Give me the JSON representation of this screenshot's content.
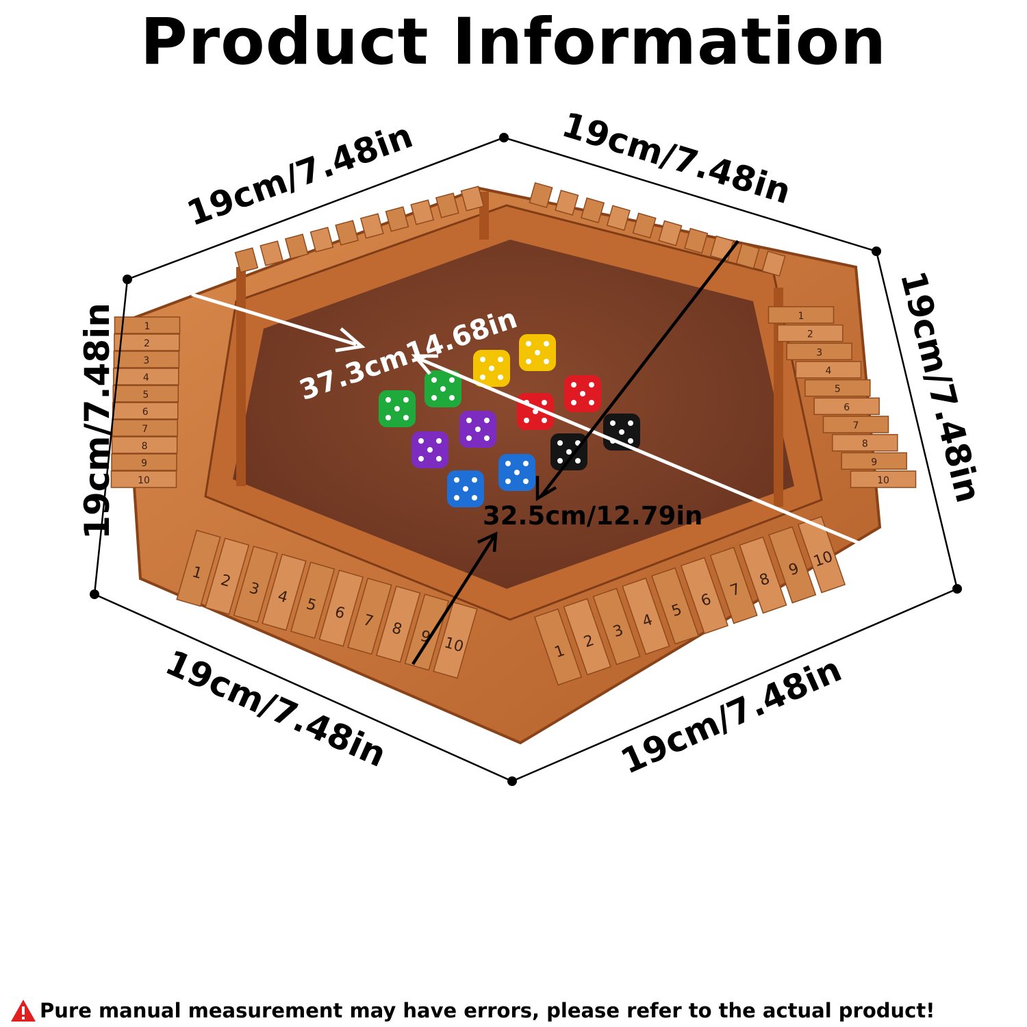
{
  "title": "Product Information",
  "edges": {
    "top_left": "19cm/7.48in",
    "top_right": "19cm/7.48in",
    "left": "19cm/7.48in",
    "right": "19cm/7.48in",
    "bottom_left": "19cm/7.48in",
    "bottom_right": "19cm/7.48in"
  },
  "diagonal_long": "37.3cm14.68in",
  "diagonal_short": "32.5cm/12.79in",
  "tile_numbers": [
    "1",
    "2",
    "3",
    "4",
    "5",
    "6",
    "7",
    "8",
    "9",
    "10"
  ],
  "dice": [
    {
      "color": "#f5c400"
    },
    {
      "color": "#f5c400"
    },
    {
      "color": "#1faa3c"
    },
    {
      "color": "#1faa3c"
    },
    {
      "color": "#e01a22"
    },
    {
      "color": "#e01a22"
    },
    {
      "color": "#7c2cc0"
    },
    {
      "color": "#7c2cc0"
    },
    {
      "color": "#1e6fd6"
    },
    {
      "color": "#1e6fd6"
    },
    {
      "color": "#151515"
    },
    {
      "color": "#151515"
    }
  ],
  "warning": "Pure manual measurement may have errors, please refer to the actual product!",
  "colors": {
    "wood": "#c9773a",
    "felt": "#7a4027",
    "warning_icon": "#e02020"
  }
}
